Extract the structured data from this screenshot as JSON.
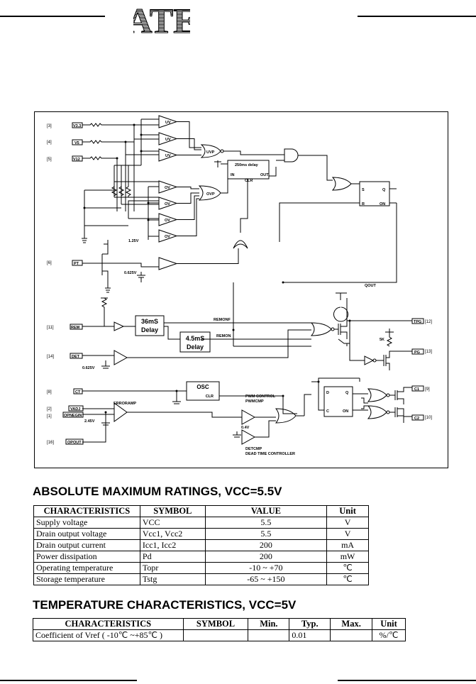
{
  "header": {
    "logo_text": "ATE"
  },
  "diagram": {
    "pins": {
      "p3": "[3]",
      "p4": "[4]",
      "p5": "[5]",
      "p6": "[6]",
      "p11": "[11]",
      "p14": "[14]",
      "p8": "[8]",
      "p2": "[2]",
      "p1": "[1]",
      "p16": "[16]",
      "p12": "[12]",
      "p13": "[13]",
      "p9": "[9]",
      "p10": "[10]"
    },
    "signals": {
      "v33": "V3.3",
      "v5": "V5",
      "v12": "V12",
      "pt": "PT",
      "rem": "REM",
      "det": "DET",
      "ct": "CT",
      "vadj": "VADJ",
      "opnegin": "OPNEGIN",
      "opout": "OPOUT",
      "tpg": "TPG",
      "pg": "PG",
      "c1": "C1",
      "c2": "C2"
    },
    "labels": {
      "uv": "UV",
      "ov": "OV",
      "uvp": "UVP",
      "ovp": "OVP",
      "delay250": "250ms delay",
      "in": "IN",
      "out": "OUT",
      "clr": "CLR",
      "s": "S",
      "q": "Q",
      "r": "R",
      "on": "ON",
      "v125": "1.25V",
      "v0625a": "0.625V",
      "v0625b": "0.625V",
      "v245": "2.45V",
      "v04": "0.4V",
      "qout": "QOUT",
      "remonf": "REMONF",
      "remon": "REMON",
      "d36_1": "36mS",
      "d36_2": "Delay",
      "d45_1": "4.5mS",
      "d45_2": "Delay",
      "osc": "OSC",
      "oscclr": "CLR",
      "k5": "5K",
      "erroramp": "ERRORAMP",
      "pwm1": "PWM CONTROL",
      "pwm2": "PWMCMP",
      "det1": "DETCMP",
      "det2": "DEAD TIME CONTROLLER",
      "ffd": "D",
      "ffq": "Q",
      "ffc": "C",
      "ffon": "ON"
    }
  },
  "abs_max": {
    "heading": "ABSOLUTE MAXIMUM RATINGS, VCC=5.5V",
    "headers": [
      "CHARACTERISTICS",
      "SYMBOL",
      "VALUE",
      "Unit"
    ],
    "rows": [
      [
        "Supply voltage",
        "VCC",
        "5.5",
        "V"
      ],
      [
        "Drain output voltage",
        "Vcc1, Vcc2",
        "5.5",
        "V"
      ],
      [
        "Drain output current",
        "Icc1, Icc2",
        "200",
        "mA"
      ],
      [
        "Power dissipation",
        "Pd",
        "200",
        "mW"
      ],
      [
        "Operating temperature",
        "Topr",
        "-10 ~ +70",
        "℃"
      ],
      [
        "Storage temperature",
        "Tstg",
        "-65 ~ +150",
        "℃"
      ]
    ]
  },
  "temp_char": {
    "heading": "TEMPERATURE CHARACTERISTICS, VCC=5V",
    "headers": [
      "CHARACTERISTICS",
      "SYMBOL",
      "Min.",
      "Typ.",
      "Max.",
      "Unit"
    ],
    "rows": [
      [
        "Coefficient of Vref ( -10℃ ~+85℃ )",
        "",
        "",
        "0.01",
        "",
        "%/℃"
      ]
    ]
  }
}
